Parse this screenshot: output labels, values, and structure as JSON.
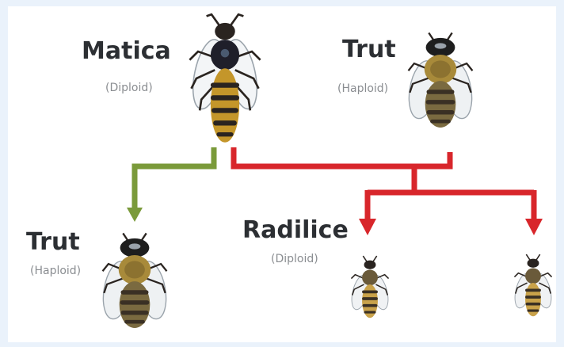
{
  "nodes": {
    "queen": {
      "name": "Matica",
      "ploidy": "(Diploid)"
    },
    "drone_parent": {
      "name": "Trut",
      "ploidy": "(Haploid)"
    },
    "drone_offspring": {
      "name": "Trut",
      "ploidy": "(Haploid)"
    },
    "workers": {
      "name": "Radilice",
      "ploidy": "(Diploid)"
    }
  },
  "colors": {
    "maternal_line": "#7a9a3a",
    "paternal_line": "#d8262b",
    "label_text": "#2c2f33",
    "sub_text": "#8a8d91"
  },
  "icons": [
    "queen-bee-icon",
    "drone-bee-icon",
    "worker-bee-icon"
  ]
}
